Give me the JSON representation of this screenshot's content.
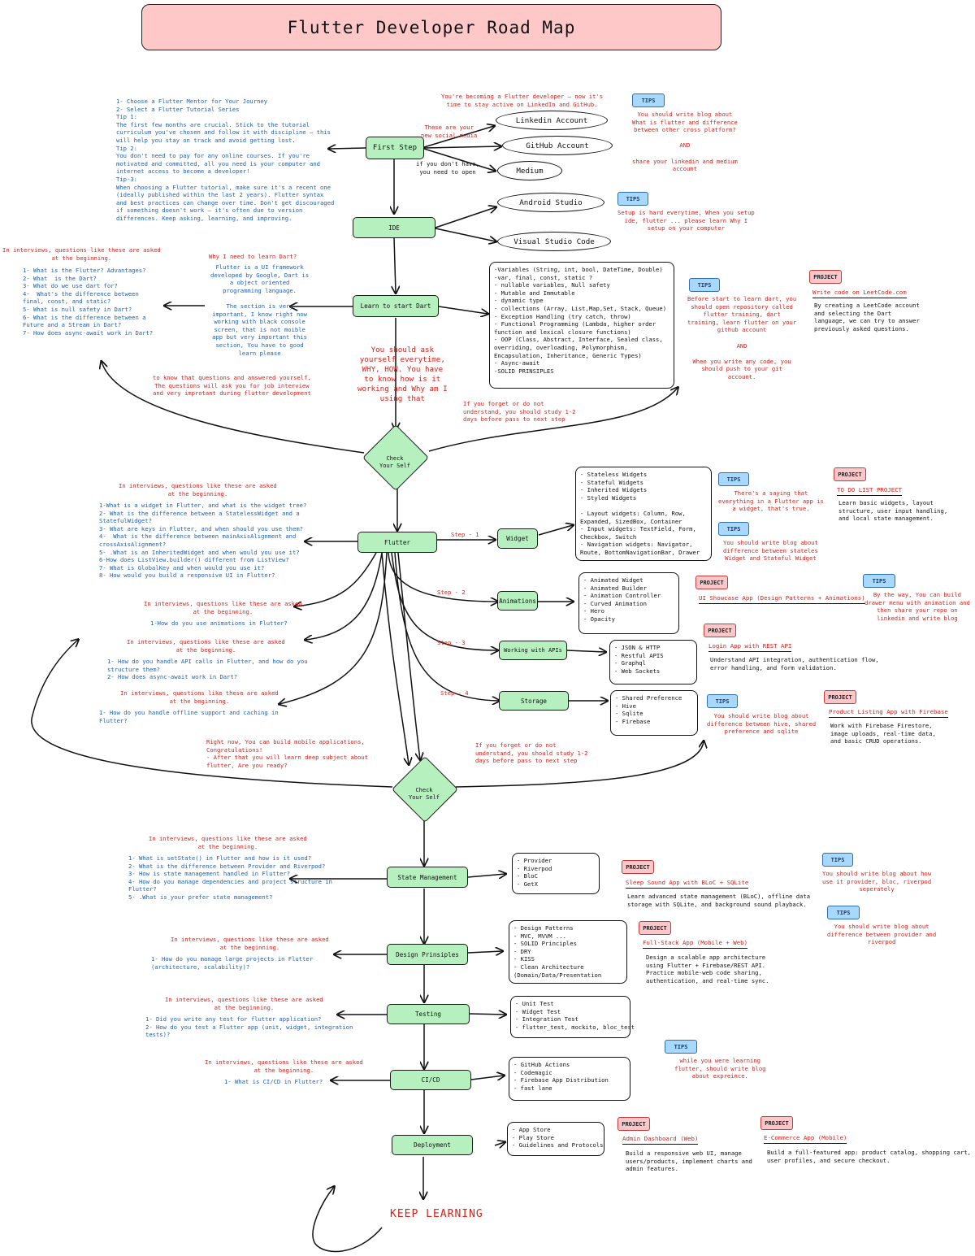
{
  "title": "Flutter Developer Road Map",
  "keep_learning": "KEEP LEARNING",
  "first_step": {
    "node": "First Step",
    "tips_text": "1- Choose a Flutter Mentor for Your Journey\n2- Select a Flutter Tutorial Series\nTip 1:\nThe first few months are crucial. Stick to the tutorial\ncurriculum you've chosen and follow it with discipline – this\nwill help you stay on track and avoid getting lost.\nTip 2:\nYou don't need to pay for any online courses. If you're\nmotivated and committed, all you need is your computer and\ninternet access to become a developer!\nTip-3:\nWhen choosing a Flutter tutorial, make sure it's a recent one\n(ideally published within the last 2 years). Flutter syntax\nand best practices can change over time. Don't get discouraged\nif something doesn't work – it's often due to version\ndifferences. Keep asking, learning, and improving.",
    "social_note": "You're becoming a Flutter developer – now it's\ntime to stay active on LinkedIn and GitHub.",
    "new_social_media": "These are your\nnew social media",
    "dont_have": "if you don't have,\nyou need to open",
    "accounts": [
      "Linkedin Account",
      "GitHub Account",
      "Medium"
    ],
    "tips_tag": "TIPS",
    "tips_body": "You should write blog about\nWhat is flutter and difference\nbetween other cross platform?\n\nAND\n\nshare your linkedin and medium\naccount"
  },
  "ide": {
    "node": "IDE",
    "options": [
      "Android Studio",
      "Visual Studio Code"
    ],
    "tips_tag": "TIPS",
    "tips_body": "Setup is hard everytime, When you setup\nide, flutter ... please learn Why I\nsetup on your computer"
  },
  "dart": {
    "node": "Learn to start Dart",
    "interview_header": "In interviews, questions like these are asked\nat the beginning.",
    "questions": "1- What is the Flutter? Advantages?\n2- What  is the Dart?\n3- What do we use dart for?\n4-  What's the difference between\nfinal, const, and static?\n5- What is null safety in Dart?\n6- What is the difference between a\nFuture and a Stream in Dart?\n7- How does async-await work in Dart?",
    "why_title": "Why I need to learn Dart?",
    "why_body": "Flutter is a UI framework\ndeveloped by Google, Dart is\na object oriented\nprogramming language.\n\nThe section is very\nimportant, I know right now\nworking with black console\nscreen, that is not moible\napp but very important this\nsection, You have to good\nlearn please",
    "ask_yourself": "You should ask\nyourself everytime,\nWHY, HOW. You have\nto know how is it\nworking and Why am I\nusing that",
    "to_know": "to know that questions and answered yourself.\nThe questions will ask you for job interview\nand very improtant during flutter development",
    "topics": "-Variables (String, int, bool, DateTime, Double)\n-var, final, const, static ?\n- nullable variables, Null safety\n- Mutable and Immutable\n- dynamic type\n- collections (Array, List,Map,Set, Stack, Queue)\n- Exception Handling (try catch, throw)\n- Functional Programming (Lambda, higher order\nfunction and lexical closure functions)\n- OOP (Class, Abstract, Interface, Sealed class,\noverriding, overloading, Polymorphism,\nEncapsulation, Inheritance, Generic Types)\n- Async-await\n-SOLID PRINSIPLES",
    "forget_note": "If you forget or do not\nunderstand, you should study 1-2\ndays before pass to next step",
    "tips_tag": "TIPS",
    "tips_body": "Before start to learn dart, you\nshould open repository called\nflutter training, dart\ntraining, learn flutter on your\ngithub account\n\nAND\n\nWhen you write any code, you\nshould push to your git\naccount.",
    "project_tag": "PROJECT",
    "project_title": "Write code on LeetCode.com",
    "project_body": "By creating a LeetCode account\nand selecting the Dart\nlanguage, we can try to answer\npreviously asked questions."
  },
  "check1": "Check\nYour Self",
  "flutter": {
    "node": "Flutter",
    "interview_header": "In interviews, questions like these are asked\nat the beginning.",
    "questions": "1-What is a widget in Flutter, and what is the widget tree?\n2- What is the difference between a StatelessWidget and a\nStatefulWidget?\n3- What are keys in Flutter, and when should you use them?\n4-  What is the difference between mainAxisAlignment and\ncrossAxisAlignment?\n5- .What is an InheritedWidget and when would you use it?\n6-How does ListView.builder() different from ListView?\n7- What is GlobalKey and when would you use it?\n8- How would you build a responsive UI in Flutter?",
    "steps": [
      "Step - 1",
      "Step - 2",
      "Step - 3",
      "Step - 4"
    ],
    "widget_node": "Widget",
    "widget_list": "- Stateless Widgets\n- Stateful Widgets\n- Inherited Widgets\n- Styled Widgets\n\n- Layout widgets: Column, Row,\nExpanded, SizedBox, Container\n- Input widgets: TextField, Form,\nCheckbox, Switch\n- Navigation widgets: Navigator,\nRoute, BottomNavigationBar, Drawer",
    "widget_tips1": "There's a saying that\neverything in a Flutter app is\na widget, that's true.",
    "widget_tips2": "You should write blog about\ndifference between stateles\nWidget and Stateful Widget",
    "widget_project_title": "TO DO LIST PROJECT",
    "widget_project_body": "Learn basic widgets, layout\nstructure, user input handling,\nand local state management.",
    "anim_node": "Animations",
    "anim_list": "- Animated Widget\n- Animated Builder\n- Animation Controller\n- Curved Animation\n- Hero\n- Opacity",
    "anim_interview": "In interviews, questions like these are asked\nat the beginning.",
    "anim_questions": "1-How do you use animations in Flutter?",
    "anim_project_title": "UI Showcase App (Design Patterns + Animations)",
    "anim_tips": "By the way, You can build\ndrawer menu with animation and\nthen share your repo on\nlinkedin and write blog",
    "api_node": "Working with APIs",
    "api_list": "- JSON & HTTP\n- Restful APIS\n- Graphql\n- Web Sockets",
    "api_interview": "In interviews, questions like these are asked\nat the beginning.",
    "api_questions": "1- How do you handle API calls in Flutter, and how do you\nstructure them?\n2- How does async-await work in Dart?",
    "api_project_title": "Login App with REST API",
    "api_project_body": "Understand API integration, authentication flow,\nerror handling, and form validation.",
    "storage_node": "Storage",
    "storage_list": "- Shared Preference\n- Hive\n- Sqlite\n- Firebase",
    "storage_interview": "In interviews, questions like these are asked\nat the beginning.",
    "storage_questions": "1- How do you handle offline support and caching in\nFlutter?",
    "storage_tips": "You should write blog about\ndifference between hive, shared\npreference and sqlite",
    "storage_project_title": "Product Listing App with Firebase",
    "storage_project_body": "Work with Firebase Firestore,\nimage uploads, real-time data,\nand basic CRUD operations.",
    "right_now": "Right now, You can build mobile applications,\nCongratulations!\n- After that you will learn deep subject about\nflutter, Are you ready?",
    "forget_note": "If you forget or do not\nunderstand, you should study 1-2\ndays before pass to next step"
  },
  "check2": "Check\nYour Self",
  "state": {
    "node": "State Management",
    "interview_header": "In interviews, questions like these are asked\nat the beginning.",
    "questions": "1- What is setState() in Flutter and how is it used?\n2- What is the difference between Provider and Riverpod?\n3- How is state management handled in Flutter?\n4- How do you manage dependencies and project structure in\nFlutter?\n5- .What is your prefer state management?",
    "list": "- Provider\n- Riverpod\n- BloC\n- GetX",
    "project_title": "Sleep Sound App with BLoC + SQLite",
    "project_body": "Learn advanced state management (BLoC), offline data\nstorage with SQLite, and background sound playback.",
    "tips1": "You should write blog about how\nuse it provider, bloc, riverpod\nseperately",
    "tips2": "You should write blog about\ndifference between provider and\nriverpod"
  },
  "design": {
    "node": "Design Prinsiples",
    "interview_header": "In interviews, questions like these are asked\nat the beginning.",
    "questions": "1- How do you manage large projects in Flutter\n(architecture, scalability)?",
    "list": "- Design Patterns\n- MVC, MVVM ...\n- SOLID Principles\n- DRY\n- KISS\n- Clean Architecture\n(Domain/Data/Presentation",
    "project_title": "Full-Stack App (Mobile + Web)",
    "project_body": "Design a scalable app architecture\nusing Flutter + Firebase/REST API.\nPractice mobile-web code sharing,\nauthentication, and real-time sync."
  },
  "testing": {
    "node": "Testing",
    "interview_header": "In interviews, questions like these are asked\nat the beginning.",
    "questions": "1- Did you write any test for flutter application?\n2- How do you test a Flutter app (unit, widget, integration\ntests)?",
    "list": "- Unit Test\n- Widget Test\n- Integration Test\n- flutter_test, mockito, bloc_test"
  },
  "cicd": {
    "node": "CI/CD",
    "interview_header": "In interviews, questions like these are asked\nat the beginning.",
    "questions": "1- What is CI/CD in Flutter?",
    "list": "- GitHub Actions\n- Codemagic\n- Firebase App Distribution\n- fast lane",
    "tips": "while you were learning\nflutter, should write blog\nabout expreince."
  },
  "deploy": {
    "node": "Deployment",
    "list": "- App Store\n- Play Store\n- Guidelines and Protocols",
    "project1_title": "Admin Dashboard (Web)",
    "project1_body": "Build a responsive web UI, manage\nusers/products, implement charts and\nadmin features.",
    "project2_title": "E-Commerce App (Mobile)",
    "project2_body": "Build a full-featured app: product catalog, shopping cart,\nuser profiles, and secure checkout."
  },
  "tag_tips": "TIPS",
  "tag_project": "PROJECT"
}
